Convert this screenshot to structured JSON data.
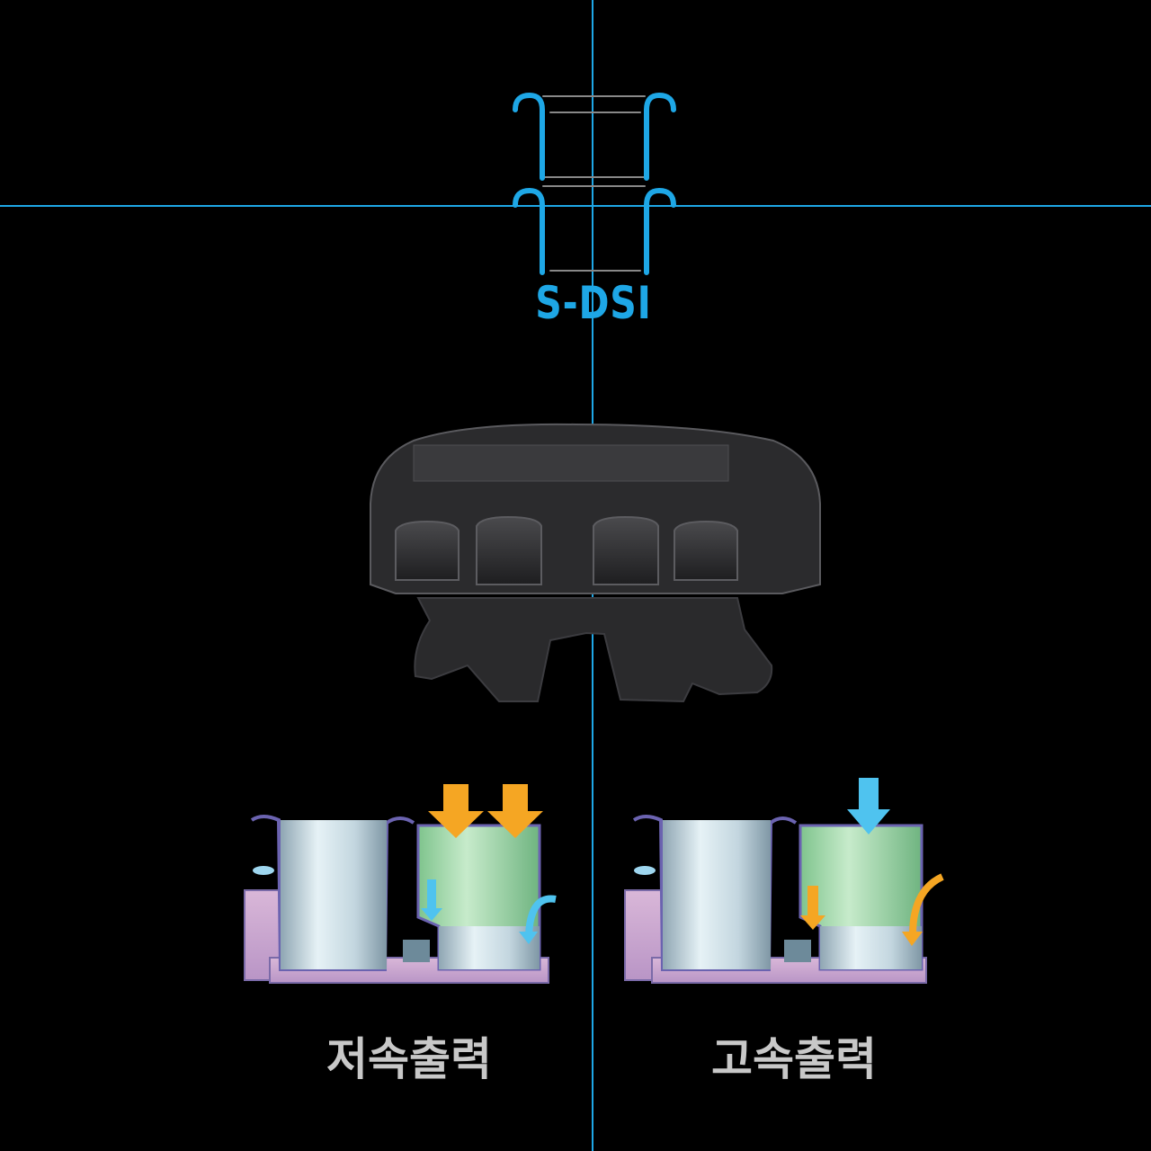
{
  "colors": {
    "background": "#000000",
    "accent_blue": "#1ea7e6",
    "arrow_orange": "#f5a623",
    "arrow_blue": "#4fc3ef",
    "label_gray": "#c8c8c8",
    "manifold_dark": "#2e2e30"
  },
  "logo": {
    "text": "S-DSI"
  },
  "modes": {
    "low": {
      "label": "저속출력",
      "arrow_color": "orange"
    },
    "high": {
      "label": "고속출력",
      "arrow_color": "blue"
    }
  }
}
